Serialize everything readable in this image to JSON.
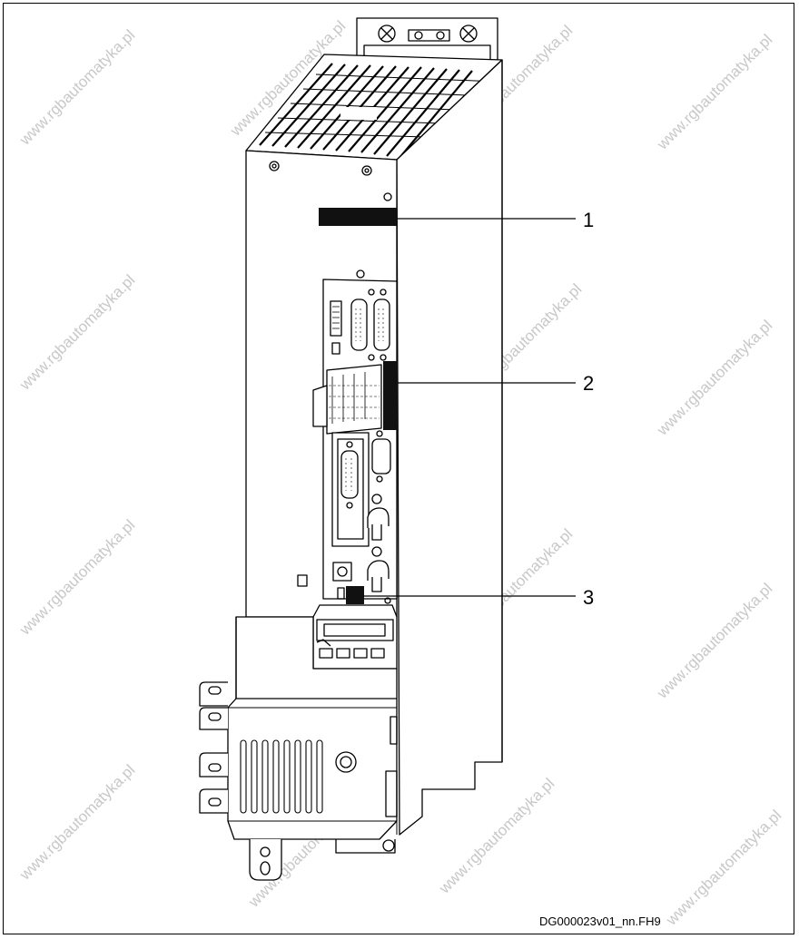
{
  "callouts": [
    {
      "label": "1"
    },
    {
      "label": "2"
    },
    {
      "label": "3"
    }
  ],
  "figure_id": "DG000023v01_nn.FH9",
  "watermark": "www.rgbautomatyka.pl",
  "colors": {
    "line": "#000000",
    "label_fill": "#111111",
    "watermark": "#c8c8c8"
  }
}
